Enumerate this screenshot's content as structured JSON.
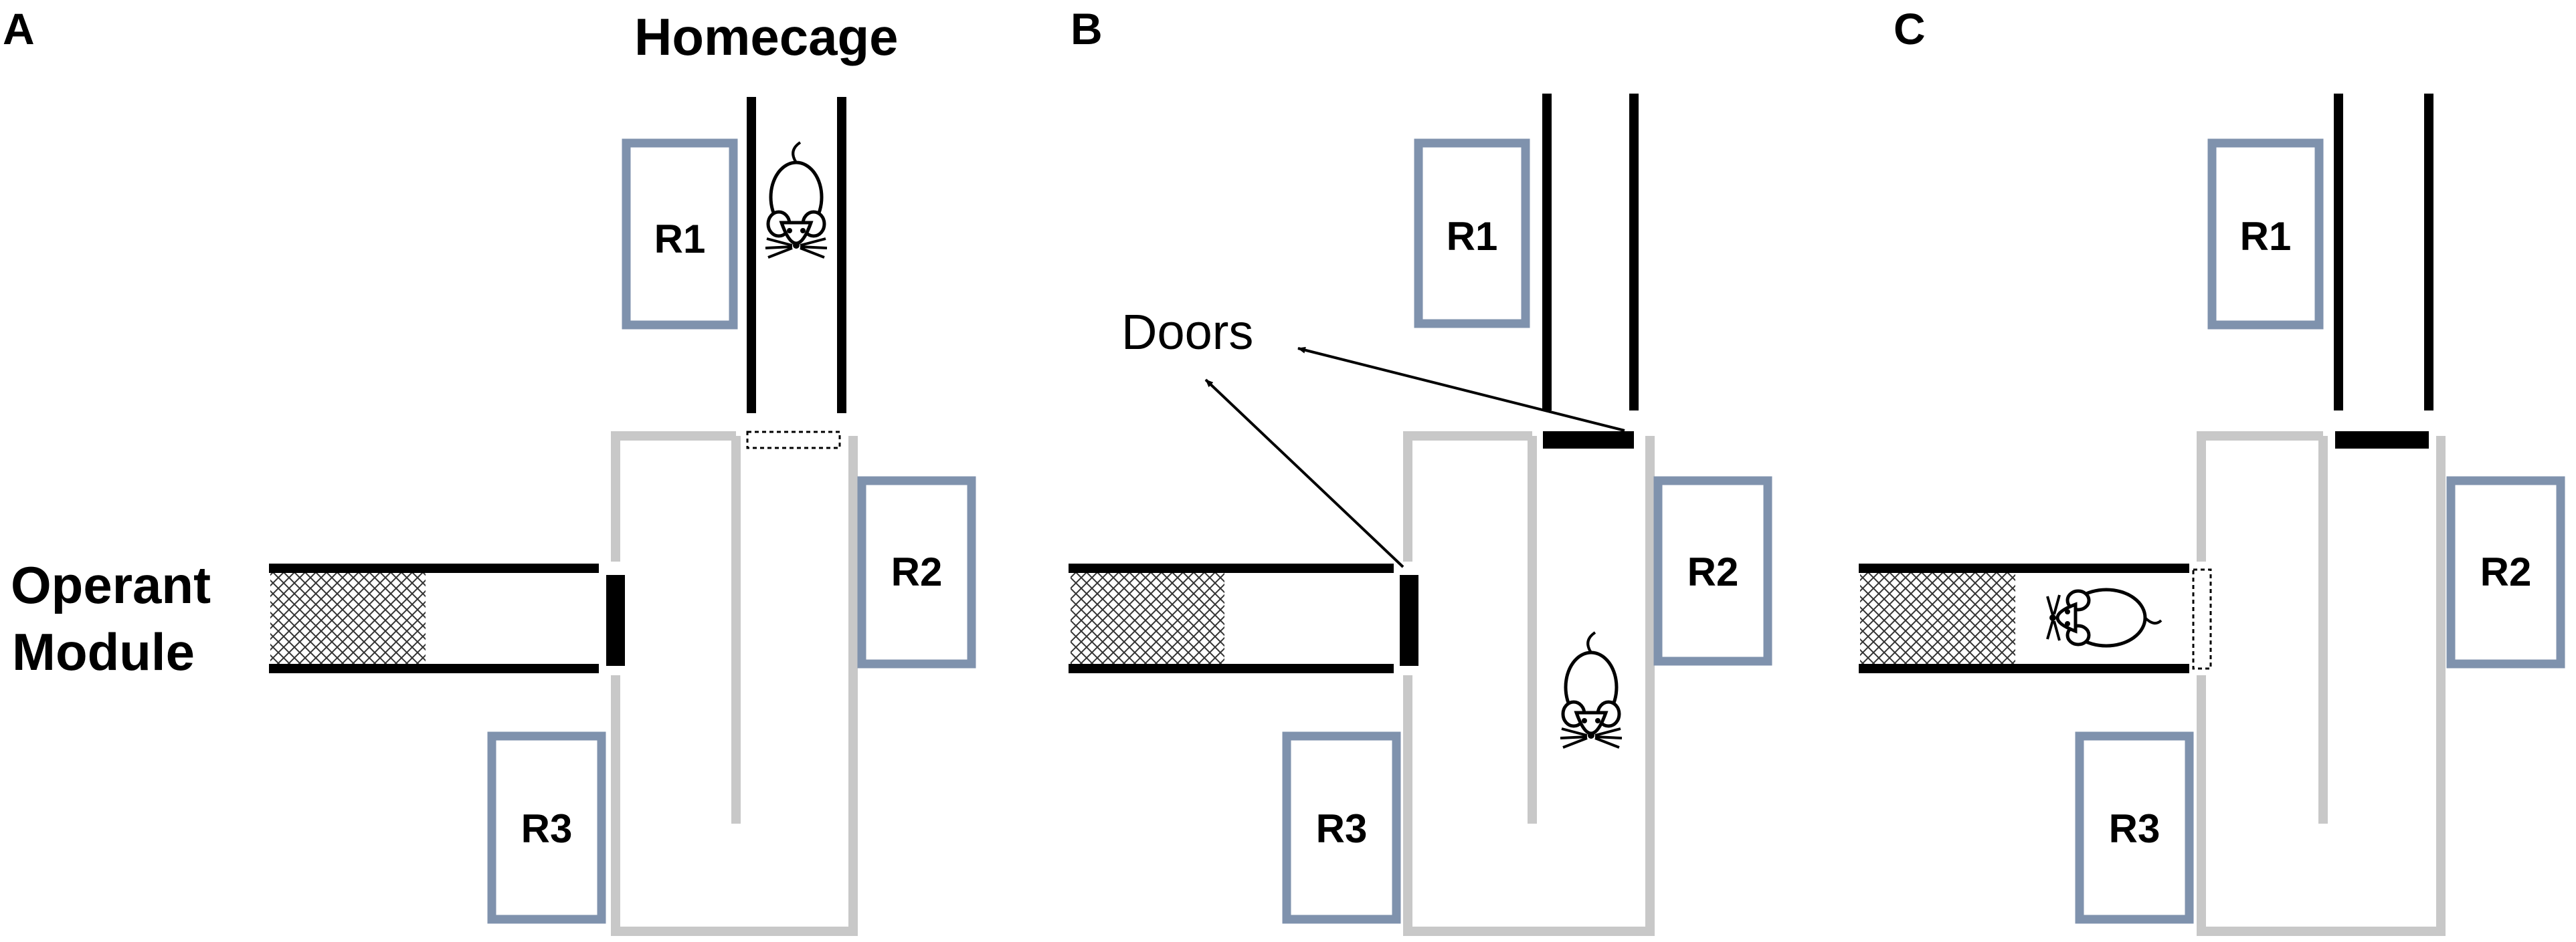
{
  "panels": [
    {
      "label": "A",
      "title": "Homecage",
      "operant_label_line1": "Operant",
      "operant_label_line2": "Module",
      "readers": [
        "R1",
        "R2",
        "R3"
      ],
      "mouse_location": "homecage",
      "homecage_door": "open",
      "operant_door": "closed"
    },
    {
      "label": "B",
      "doors_label": "Doors",
      "readers": [
        "R1",
        "R2",
        "R3"
      ],
      "mouse_location": "corridor",
      "homecage_door": "closed",
      "operant_door": "closed"
    },
    {
      "label": "C",
      "readers": [
        "R1",
        "R2",
        "R3"
      ],
      "mouse_location": "operant-module",
      "homecage_door": "closed",
      "operant_door": "open"
    }
  ],
  "colors": {
    "reader_outline": "#7F92AD",
    "wall": "#C8C8C8",
    "door_and_tube": "#000000",
    "mesh": "#000000"
  }
}
